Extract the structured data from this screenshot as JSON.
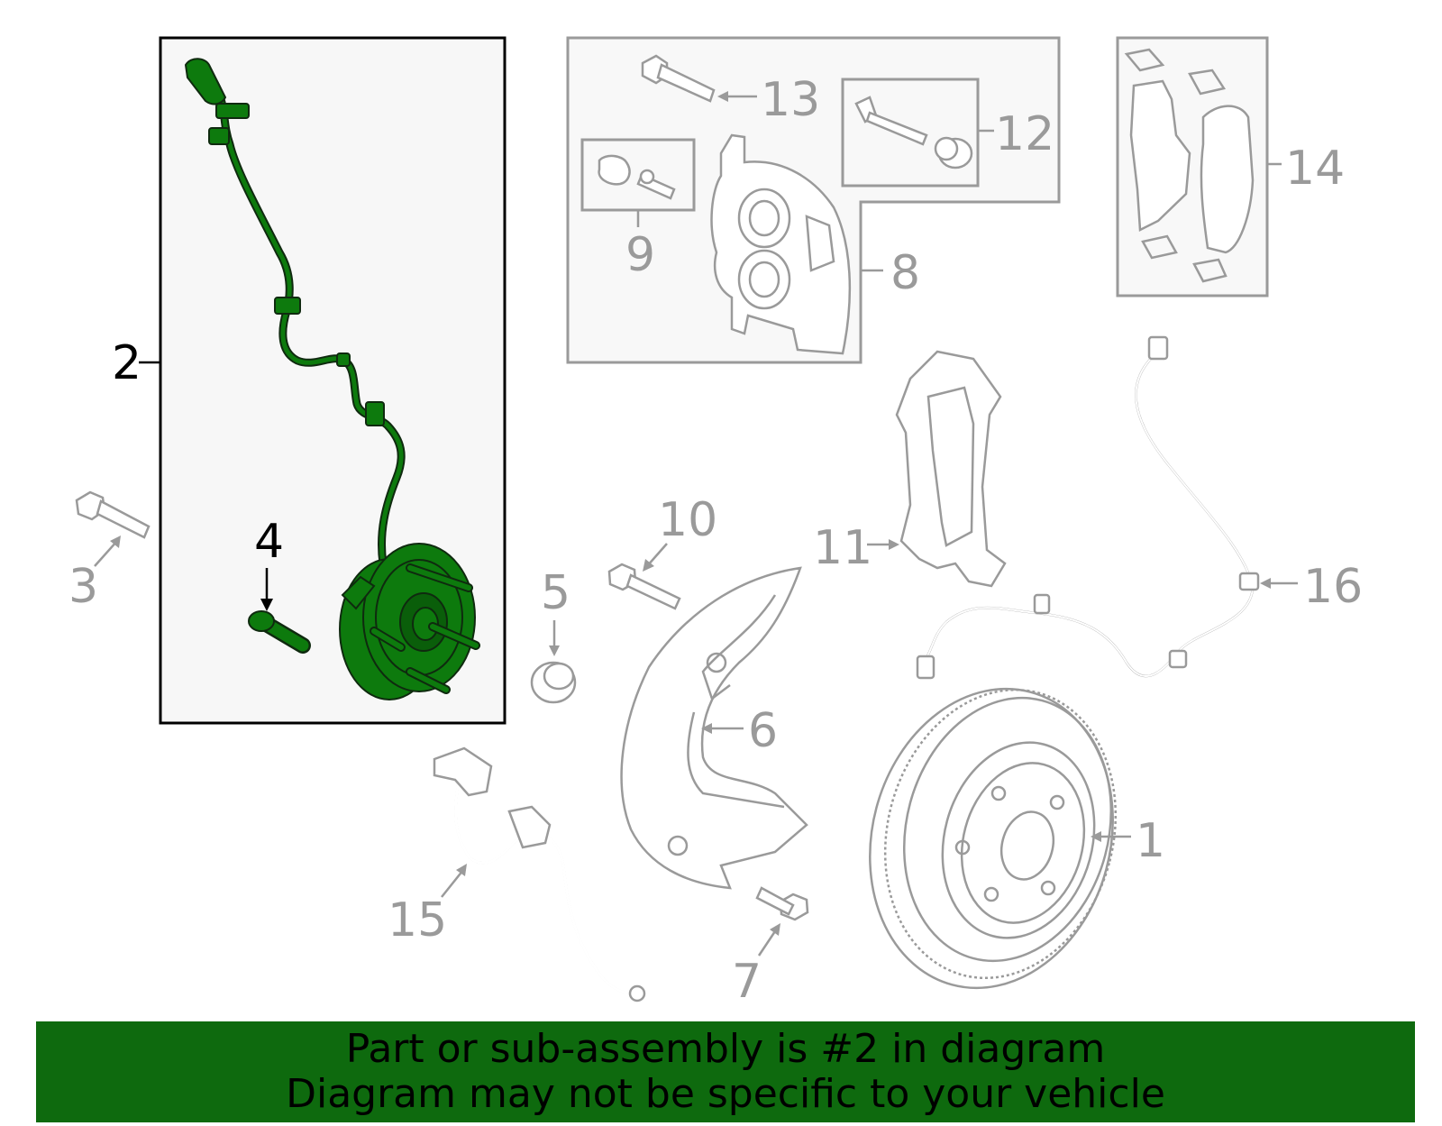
{
  "callouts": {
    "c1": "1",
    "c2": "2",
    "c3": "3",
    "c4": "4",
    "c5": "5",
    "c6": "6",
    "c7": "7",
    "c8": "8",
    "c9": "9",
    "c10": "10",
    "c11": "11",
    "c12": "12",
    "c13": "13",
    "c14": "14",
    "c15": "15",
    "c16": "16"
  },
  "banner": {
    "line1": "Part or sub-assembly is #2 in diagram",
    "line2": "Diagram may not be specific to your vehicle"
  },
  "colors": {
    "highlight": "#0d7a0d",
    "banner_bg": "#0e6a0e",
    "part_lines": "#9a9a9a",
    "selected_box": "#000000"
  }
}
